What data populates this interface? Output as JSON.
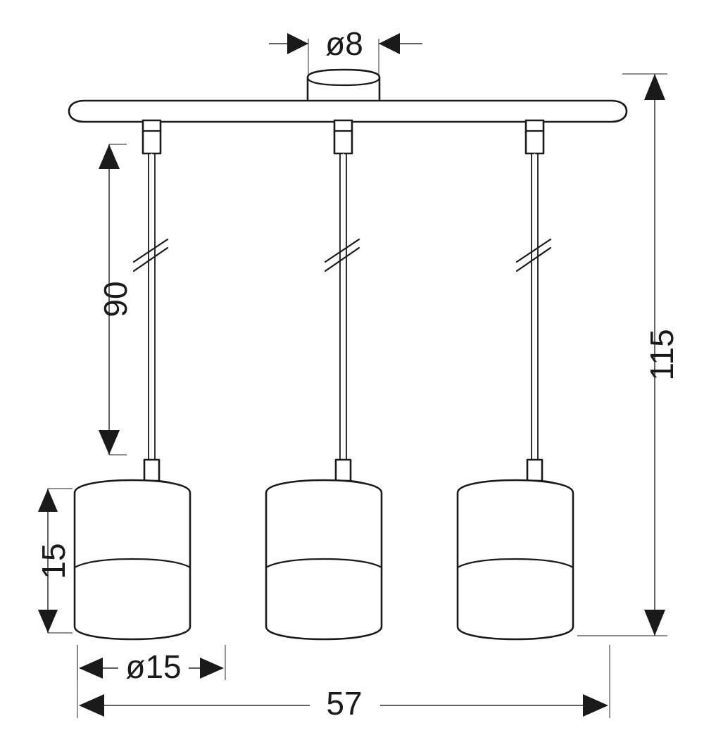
{
  "drawing": {
    "title": "Pendant lamp 3-light technical dimension drawing",
    "unit_note": "",
    "line_color": "#1a1a1a",
    "dim_color": "#4a4a4a",
    "background": "#ffffff"
  },
  "dimensions": {
    "canopy_diameter": {
      "label": "ø8",
      "name": "canopy-diameter",
      "orientation": "horizontal",
      "value": 8,
      "prefix": "ø"
    },
    "drop_length": {
      "label": "90",
      "name": "suspension-drop",
      "orientation": "vertical",
      "value": 90,
      "prefix": ""
    },
    "total_height": {
      "label": "115",
      "name": "total-height",
      "orientation": "vertical",
      "value": 115,
      "prefix": ""
    },
    "shade_height": {
      "label": "15",
      "name": "shade-height",
      "orientation": "vertical",
      "value": 15,
      "prefix": ""
    },
    "shade_diameter": {
      "label": "ø15",
      "name": "shade-diameter",
      "orientation": "horizontal",
      "value": 15,
      "prefix": "ø"
    },
    "total_width": {
      "label": "57",
      "name": "total-width",
      "orientation": "horizontal",
      "value": 57,
      "prefix": ""
    }
  },
  "fixture": {
    "type": "linear-bar-pendant",
    "lamp_count": 3,
    "parts": [
      {
        "name": "ceiling-canopy",
        "shape": "cylinder"
      },
      {
        "name": "mounting-bar",
        "shape": "rounded-bar"
      },
      {
        "name": "cable-grip",
        "shape": "rectangle",
        "count": 3
      },
      {
        "name": "suspension-cable",
        "shape": "line",
        "count": 3
      },
      {
        "name": "lamp-holder",
        "shape": "trapezoid",
        "count": 3
      },
      {
        "name": "lamp-shade",
        "shape": "cylinder",
        "count": 3
      }
    ]
  }
}
